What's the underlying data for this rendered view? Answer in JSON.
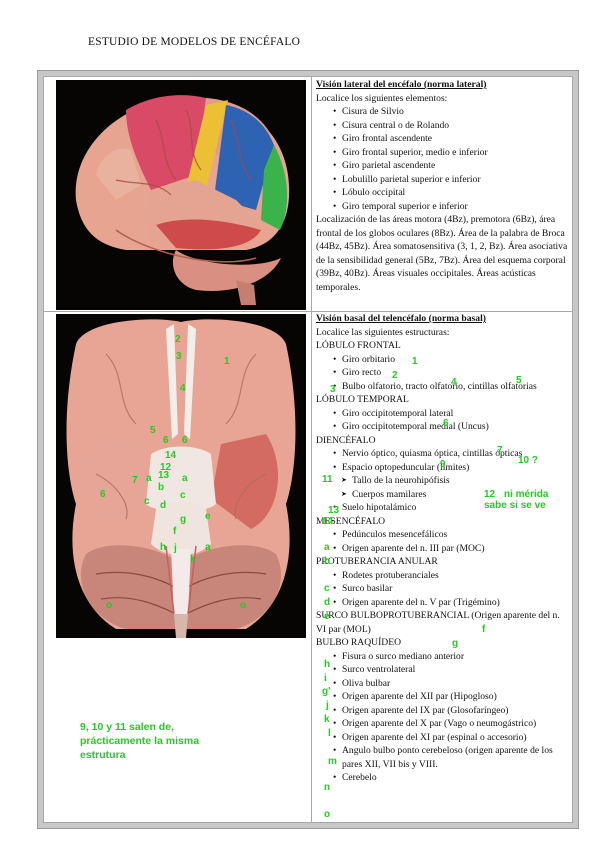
{
  "page_title": "ESTUDIO DE MODELOS DE ENCÉFALO",
  "lateral": {
    "heading": "Visión lateral del encéfalo (norma lateral)",
    "intro": "Localice los siguientes elementos:",
    "items": [
      "Cisura de Silvio",
      "Cisura central o de Rolando",
      "Giro frontal ascendente",
      "Giro frontal superior, medio e inferior",
      "Giro parietal ascendente",
      "Lobulillo parietal superior e inferior",
      "Lóbulo occipital",
      "Giro temporal superior e inferior"
    ],
    "para": "Localización de las áreas motora (4Bz), premotora (6Bz), área frontal de los globos oculares (8Bz). Área de la palabra de Broca (44Bz, 45Bz). Área somatosensitiva (3, 1, 2, Bz). Área asociativa de la sensibilidad general (5Bz, 7Bz). Área del esquema corporal (39Bz, 40Bz). Áreas visuales occipitales. Áreas acústicas temporales."
  },
  "basal": {
    "heading": "Visión basal del telencéfalo (norma basal)",
    "intro": "Localice las siguientes estructuras:",
    "frontal_label": "LÓBULO FRONTAL",
    "frontal_items": [
      "Giro orbitario",
      "Giro recto",
      "Bulbo olfatorio, tracto olfatorio, cintillas olfatorias"
    ],
    "temporal_label": "LÓBULO TEMPORAL",
    "temporal_items": [
      "Giro occipitotemporal lateral",
      "Giro occipitotemporal medial (Uncus)"
    ],
    "diencefalo_label": "DIENCÉFALO",
    "diencefalo_items": [
      "Nervio óptico, quiasma óptica, cintillas ópticas",
      "Espacio optopeduncular (límites)"
    ],
    "diencefalo_sub": [
      "Tallo de la neurohipófisis",
      "Cuerpos mamilares"
    ],
    "diencefalo_last": "Suelo hipotalámico",
    "mesencefalo_label": "MESENCÉFALO",
    "mesencefalo_items": [
      "Pedúnculos mesencefálicos",
      "Origen aparente del n. III par (MOC)"
    ],
    "protuberancia_label": "PROTUBERANCIA ANULAR",
    "protuberancia_items": [
      "Rodetes protuberanciales",
      "Surco basilar",
      "Origen aparente del n. V par (Trigémino)"
    ],
    "surco_label": "SURCO BULBOPROTUBERANCIAL",
    "surco_rest": " (Origen aparente del n. VI par (MOL)",
    "bulbo_label": "BULBO RAQUÍDEO",
    "bulbo_items": [
      "Fisura o surco mediano anterior",
      "Surco ventrolateral",
      "Oliva bulbar",
      "Origen aparente del XII par (Hipogloso)",
      "Origen aparente del IX par (Glosofaríngeo)",
      "Origen aparente del X par (Vago o neumogástrico)",
      "Origen aparente del XI par (espinal o accesorio)",
      "Angulo bulbo ponto cerebeloso (origen aparente de los pares XII, VII bis y VIII."
    ],
    "cerebelo": "Cerebelo"
  },
  "annotations": {
    "n1": "1",
    "n2": "2",
    "n3": "3",
    "n4": "4",
    "n5": "5",
    "n6": "6",
    "n7": "7",
    "n9": "9",
    "n10": "10 ?",
    "n11": "11",
    "n12": "12",
    "n12note": "ni mérida sabe si se ve",
    "n13": "13",
    "n14": "14",
    "la": "a",
    "lb": "b",
    "lc": "c",
    "ld": "d",
    "le": "e",
    "lf": "f",
    "lg": "g",
    "lh": "h",
    "li": "i",
    "lgq": "g'",
    "lj": "j",
    "lk": "k",
    "ll": "l",
    "lm": "m",
    "ln": "n",
    "lo": "o",
    "note": "9, 10 y 11 salen de, prácticamente la misma estrutura"
  },
  "colors": {
    "annotation": "#22cc22",
    "frame": "#c7c7c7"
  }
}
